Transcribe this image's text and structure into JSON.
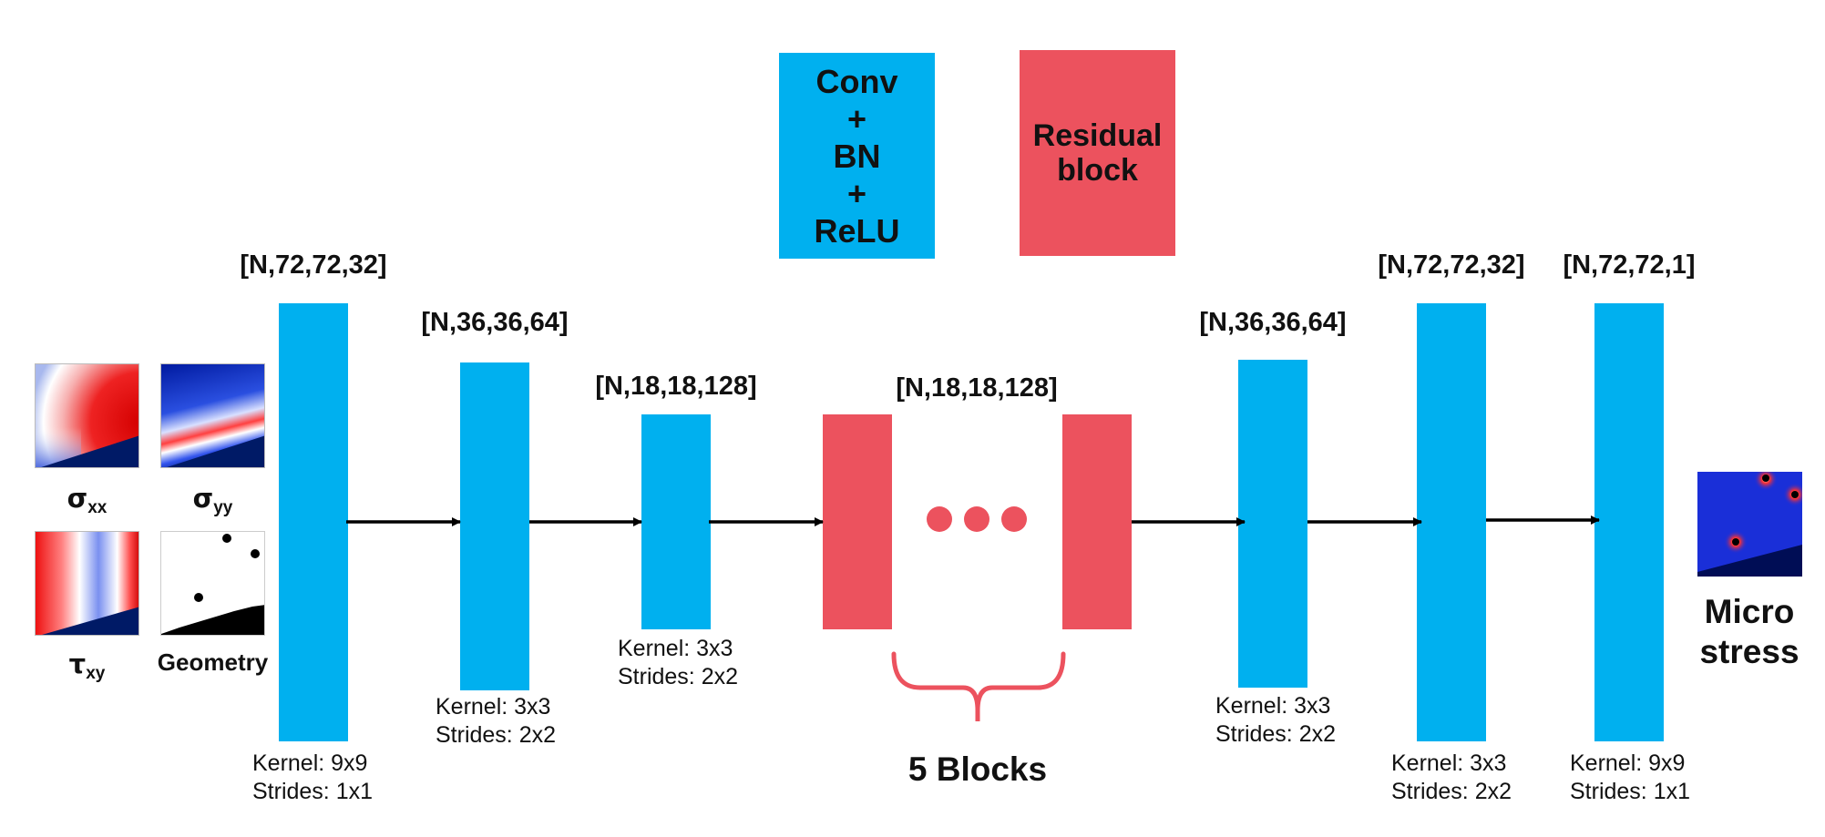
{
  "legend": {
    "conv": [
      "Conv",
      "+",
      "BN",
      "+",
      "ReLU"
    ],
    "residual": [
      "Residual",
      "block"
    ]
  },
  "inputs": {
    "sigma_xx": {
      "symbol": "σ",
      "sub": "xx"
    },
    "sigma_yy": {
      "symbol": "σ",
      "sub": "yy"
    },
    "tau_xy": {
      "symbol": "τ",
      "sub": "xy"
    },
    "geometry": "Geometry"
  },
  "layers": [
    {
      "shape": "[N,72,72,32]",
      "kernel": "Kernel: 9x9",
      "strides": "Strides: 1x1"
    },
    {
      "shape": "[N,36,36,64]",
      "kernel": "Kernel: 3x3",
      "strides": "Strides: 2x2"
    },
    {
      "shape": "[N,18,18,128]",
      "kernel": "Kernel: 3x3",
      "strides": "Strides: 2x2"
    },
    {
      "shape": "[N,18,18,128]"
    },
    {
      "shape": "[N,36,36,64]",
      "kernel": "Kernel: 3x3",
      "strides": "Strides: 2x2"
    },
    {
      "shape": "[N,72,72,32]",
      "kernel": "Kernel: 3x3",
      "strides": "Strides: 2x2"
    },
    {
      "shape": "[N,72,72,1]",
      "kernel": "Kernel: 9x9",
      "strides": "Strides: 1x1"
    }
  ],
  "residual_count": "5 Blocks",
  "output": [
    "Micro",
    "stress"
  ],
  "colors": {
    "conv": "#00b0ef",
    "residual": "#ec525e",
    "arrow": "#000000"
  }
}
